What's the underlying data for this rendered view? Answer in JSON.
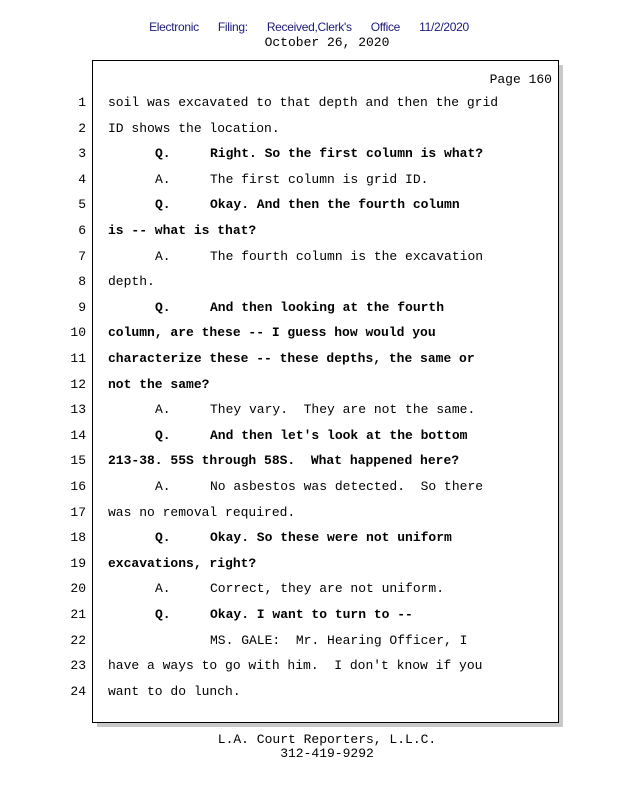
{
  "header": {
    "filing_stamp": [
      "Electronic",
      "Filing:",
      "Received,Clerk's",
      "Office",
      "11/2/2020"
    ],
    "date": "October 26, 2020"
  },
  "page_label": "Page 160",
  "lines": [
    {
      "n": "1",
      "type": "text",
      "bold": false,
      "text": "soil was excavated to that depth and then the grid"
    },
    {
      "n": "2",
      "type": "text",
      "bold": false,
      "text": "ID shows the location."
    },
    {
      "n": "3",
      "type": "qa",
      "bold": true,
      "speaker": "Q.",
      "text": "Right. So the first column is what?"
    },
    {
      "n": "4",
      "type": "qa",
      "bold": false,
      "speaker": "A.",
      "text": "The first column is grid ID."
    },
    {
      "n": "5",
      "type": "qa",
      "bold": true,
      "speaker": "Q.",
      "text": "Okay. And then the fourth column"
    },
    {
      "n": "6",
      "type": "text",
      "bold": true,
      "text": "is -- what is that?"
    },
    {
      "n": "7",
      "type": "qa",
      "bold": false,
      "speaker": "A.",
      "text": "The fourth column is the excavation"
    },
    {
      "n": "8",
      "type": "text",
      "bold": false,
      "text": "depth."
    },
    {
      "n": "9",
      "type": "qa",
      "bold": true,
      "speaker": "Q.",
      "text": "And then looking at the fourth"
    },
    {
      "n": "10",
      "type": "text",
      "bold": true,
      "text": "column, are these -- I guess how would you"
    },
    {
      "n": "11",
      "type": "text",
      "bold": true,
      "text": "characterize these -- these depths, the same or"
    },
    {
      "n": "12",
      "type": "text",
      "bold": true,
      "text": "not the same?"
    },
    {
      "n": "13",
      "type": "qa",
      "bold": false,
      "speaker": "A.",
      "text": "They vary.  They are not the same."
    },
    {
      "n": "14",
      "type": "qa",
      "bold": true,
      "speaker": "Q.",
      "text": "And then let's look at the bottom"
    },
    {
      "n": "15",
      "type": "text",
      "bold": true,
      "text": "213-38. 55S through 58S.  What happened here?"
    },
    {
      "n": "16",
      "type": "qa",
      "bold": false,
      "speaker": "A.",
      "text": "No asbestos was detected.  So there"
    },
    {
      "n": "17",
      "type": "text",
      "bold": false,
      "text": "was no removal required."
    },
    {
      "n": "18",
      "type": "qa",
      "bold": true,
      "speaker": "Q.",
      "text": "Okay. So these were not uniform"
    },
    {
      "n": "19",
      "type": "text",
      "bold": true,
      "text": "excavations, right?"
    },
    {
      "n": "20",
      "type": "qa",
      "bold": false,
      "speaker": "A.",
      "text": "Correct, they are not uniform."
    },
    {
      "n": "21",
      "type": "qa",
      "bold": true,
      "speaker": "Q.",
      "text": "Okay. I want to turn to --"
    },
    {
      "n": "22",
      "type": "colloquy",
      "bold": false,
      "text": "MS. GALE:  Mr. Hearing Officer, I"
    },
    {
      "n": "23",
      "type": "text",
      "bold": false,
      "text": "have a ways to go with him.  I don't know if you"
    },
    {
      "n": "24",
      "type": "text",
      "bold": false,
      "text": "want to do lunch."
    }
  ],
  "footer": {
    "company": "L.A. Court Reporters, L.L.C.",
    "phone": "312-419-9292"
  }
}
